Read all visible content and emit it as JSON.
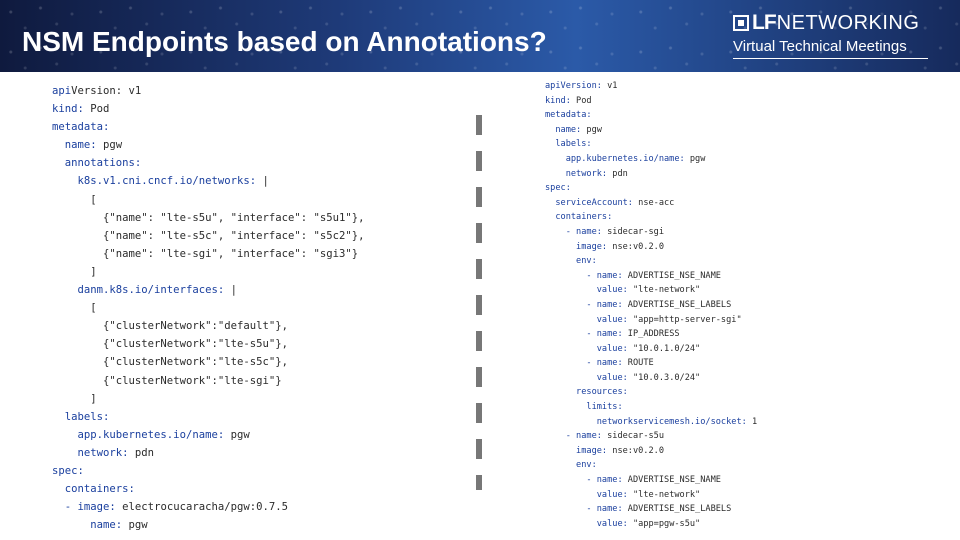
{
  "header": {
    "title": "NSM Endpoints based on Annotations?",
    "brand_lf": "LF",
    "brand_networking": "NETWORKING",
    "brand_subtitle": "Virtual Technical Meetings"
  },
  "left_yaml": [
    {
      "key": "api",
      "text": "api",
      "rest": "Version: v1"
    },
    {
      "key": "kind:",
      "rest": " Pod"
    },
    {
      "key": "metadata:",
      "rest": ""
    },
    {
      "indent": "  ",
      "key": "name:",
      "rest": " pgw"
    },
    {
      "indent": "  ",
      "key": "annotations:",
      "rest": ""
    },
    {
      "indent": "    ",
      "key": "k8s.v1.cni.cncf.io/networks:",
      "rest": " |"
    },
    {
      "indent": "      ",
      "key": "",
      "rest": "["
    },
    {
      "indent": "        ",
      "key": "",
      "rest": "{\"name\": \"lte-s5u\", \"interface\": \"s5u1\"},"
    },
    {
      "indent": "        ",
      "key": "",
      "rest": "{\"name\": \"lte-s5c\", \"interface\": \"s5c2\"},"
    },
    {
      "indent": "        ",
      "key": "",
      "rest": "{\"name\": \"lte-sgi\", \"interface\": \"sgi3\"}"
    },
    {
      "indent": "      ",
      "key": "",
      "rest": "]"
    },
    {
      "indent": "    ",
      "key": "danm.k8s.io/interfaces:",
      "rest": " |"
    },
    {
      "indent": "      ",
      "key": "",
      "rest": "["
    },
    {
      "indent": "        ",
      "key": "",
      "rest": "{\"clusterNetwork\":\"default\"},"
    },
    {
      "indent": "        ",
      "key": "",
      "rest": "{\"clusterNetwork\":\"lte-s5u\"},"
    },
    {
      "indent": "        ",
      "key": "",
      "rest": "{\"clusterNetwork\":\"lte-s5c\"},"
    },
    {
      "indent": "        ",
      "key": "",
      "rest": "{\"clusterNetwork\":\"lte-sgi\"}"
    },
    {
      "indent": "      ",
      "key": "",
      "rest": "]"
    },
    {
      "indent": "  ",
      "key": "labels:",
      "rest": ""
    },
    {
      "indent": "    ",
      "key": "app.kubernetes.io/name:",
      "rest": " pgw"
    },
    {
      "indent": "    ",
      "key": "network:",
      "rest": " pdn"
    },
    {
      "key": "spec:",
      "rest": ""
    },
    {
      "indent": "  ",
      "key": "containers:",
      "rest": ""
    },
    {
      "indent": "  ",
      "key": "- image:",
      "rest": " electrocucaracha/pgw:0.7.5"
    },
    {
      "indent": "      ",
      "key": "name:",
      "rest": " pgw"
    }
  ],
  "right_yaml": [
    {
      "key": "apiVersion:",
      "rest": " v1"
    },
    {
      "key": "kind:",
      "rest": " Pod"
    },
    {
      "key": "metadata:",
      "rest": ""
    },
    {
      "indent": "  ",
      "key": "name:",
      "rest": " pgw"
    },
    {
      "indent": "  ",
      "key": "labels:",
      "rest": ""
    },
    {
      "indent": "    ",
      "key": "app.kubernetes.io/name:",
      "rest": " pgw"
    },
    {
      "indent": "    ",
      "key": "network:",
      "rest": " pdn"
    },
    {
      "key": "spec:",
      "rest": ""
    },
    {
      "indent": "  ",
      "key": "serviceAccount:",
      "rest": " nse-acc"
    },
    {
      "indent": "  ",
      "key": "containers:",
      "rest": ""
    },
    {
      "indent": "    ",
      "key": "- name:",
      "rest": " sidecar-sgi"
    },
    {
      "indent": "      ",
      "key": "image:",
      "rest": " nse:v0.2.0"
    },
    {
      "indent": "      ",
      "key": "env:",
      "rest": ""
    },
    {
      "indent": "        ",
      "key": "- name:",
      "rest": " ADVERTISE_NSE_NAME"
    },
    {
      "indent": "          ",
      "key": "value:",
      "rest": " \"lte-network\""
    },
    {
      "indent": "        ",
      "key": "- name:",
      "rest": " ADVERTISE_NSE_LABELS"
    },
    {
      "indent": "          ",
      "key": "value:",
      "rest": " \"app=http-server-sgi\""
    },
    {
      "indent": "        ",
      "key": "- name:",
      "rest": " IP_ADDRESS"
    },
    {
      "indent": "          ",
      "key": "value:",
      "rest": " \"10.0.1.0/24\""
    },
    {
      "indent": "        ",
      "key": "- name:",
      "rest": " ROUTE"
    },
    {
      "indent": "          ",
      "key": "value:",
      "rest": " \"10.0.3.0/24\""
    },
    {
      "indent": "      ",
      "key": "resources:",
      "rest": ""
    },
    {
      "indent": "        ",
      "key": "limits:",
      "rest": ""
    },
    {
      "indent": "          ",
      "key": "networkservicemesh.io/socket:",
      "rest": " 1"
    },
    {
      "indent": "    ",
      "key": "- name:",
      "rest": " sidecar-s5u"
    },
    {
      "indent": "      ",
      "key": "image:",
      "rest": " nse:v0.2.0"
    },
    {
      "indent": "      ",
      "key": "env:",
      "rest": ""
    },
    {
      "indent": "        ",
      "key": "- name:",
      "rest": " ADVERTISE_NSE_NAME"
    },
    {
      "indent": "          ",
      "key": "value:",
      "rest": " \"lte-network\""
    },
    {
      "indent": "        ",
      "key": "- name:",
      "rest": " ADVERTISE_NSE_LABELS"
    },
    {
      "indent": "          ",
      "key": "value:",
      "rest": " \"app=pgw-s5u\""
    }
  ]
}
